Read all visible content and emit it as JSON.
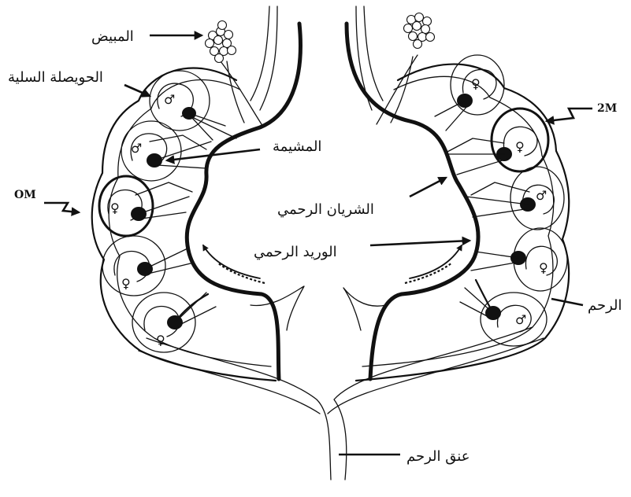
{
  "labels": {
    "ovary": "المبيض",
    "corpus_luteum": "الحويصلة السلية",
    "om": "OM",
    "placenta": "المشيمة",
    "uterine_artery": "الشريان الرحمي",
    "uterine_vein": "الوريد الرحمي",
    "two_m": "2M",
    "uterus": "الرحم",
    "cervix": "عنق الرحم"
  },
  "fetus_sexes": {
    "left_horn": [
      "♂",
      "♂",
      "♀",
      "♀",
      "♀"
    ],
    "right_horn": [
      "♀",
      "♀",
      "♂",
      "♀",
      "♂"
    ]
  }
}
